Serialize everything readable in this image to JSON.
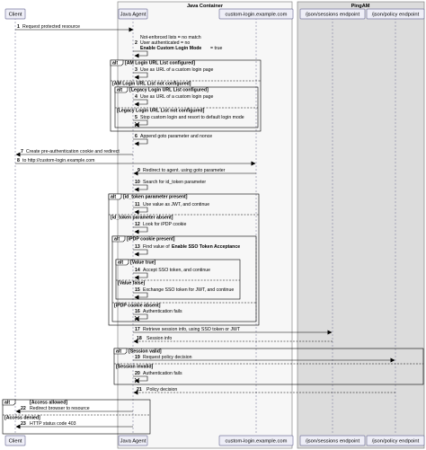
{
  "containers": {
    "java": "Java Container",
    "pingam": "PingAM"
  },
  "participants": {
    "client": "Client",
    "agent": "Java Agent",
    "custom_login": "custom-login.example.com",
    "sessions": "/json/sessions endpoint",
    "policy": "/json/policy endpoint"
  },
  "steps": {
    "s1": "Request protected resource",
    "s2a": "Not-enforced lists = no match",
    "s2b": "User authenticated = no",
    "s2c": "Enable Custom Login Mode",
    "s2d": "= true",
    "s3": "Use as URL of a custom login page",
    "s4": "Use as URL of a custom login page",
    "s5": "Stop custom login and resort to default login mode",
    "s6": "Append   goto   parameter and nonce",
    "s7": "Create pre-authentication cookie and redirect",
    "s8": "to  http://custom-login.example.com",
    "s9": "Redirect to agent. using     goto   parameter",
    "s10": "Search for   id_token    parameter",
    "s11": "Use value as JWT, and continue",
    "s12": "Look for iPDP cookie",
    "s13a": "Find value of",
    "s13b": "Enable SSO Token Acceptance",
    "s14": "Accept SSO token, and continue",
    "s15": "Exchange SSO token for JWT, and continue",
    "s16": "Authentication fails",
    "s17": "Retrieve session info, using SSO token or JWT",
    "s18": "Session info",
    "s19": "Request policy decision",
    "s20": "Authentication fails",
    "s21": "Policy decision",
    "s22": "Redirect browser to resource",
    "s23": "HTTP status code 403"
  },
  "numbers": [
    "1",
    "2",
    "3",
    "4",
    "5",
    "6",
    "7",
    "8",
    "9",
    "10",
    "11",
    "12",
    "13",
    "14",
    "15",
    "16",
    "17",
    "18",
    "19",
    "20",
    "21",
    "22",
    "23"
  ],
  "groups": {
    "alt": "alt",
    "am_login_set": "[AM Login URL List      configured]",
    "am_login_empty": "[AM Login URL List      not configured]",
    "legacy_set": "[Legacy Login URL List       configured]",
    "legacy_empty": "[Legacy Login URL List       not configured]",
    "idtoken_present": "[id_token    parameter present]",
    "idtoken_absent": "[id_token    parameter absent]",
    "ipdp_present": "[iPDP cookie present]",
    "value_true": "[Value true]",
    "value_false": "[Value false]",
    "ipdp_absent": "[iPDP cookie absent]",
    "session_valid": "[Session valid]",
    "session_invalid": "[Session invalid]",
    "access_allowed": "[Access allowed]",
    "access_denied": "[Access denied]"
  }
}
